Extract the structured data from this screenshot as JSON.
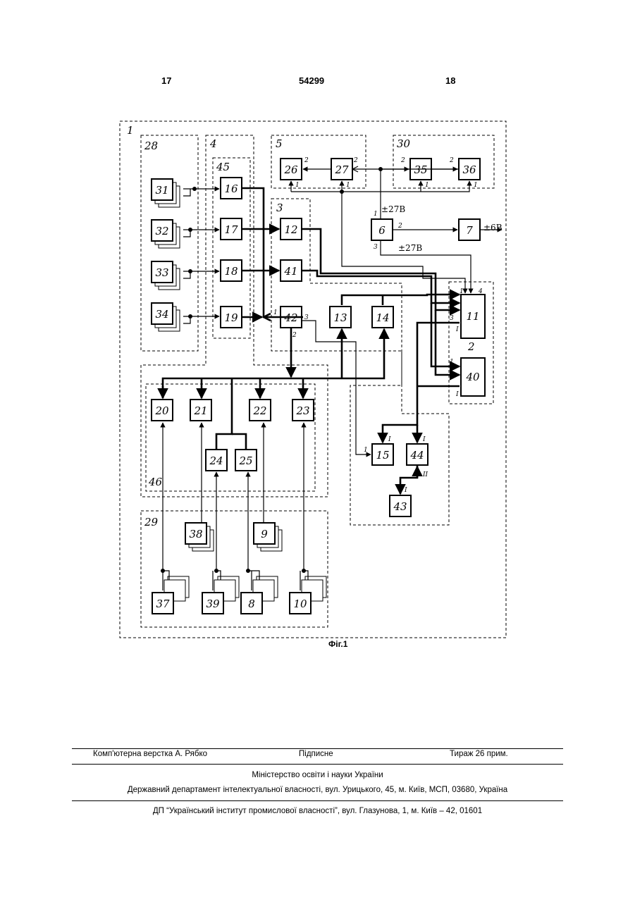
{
  "header": {
    "page_left": "17",
    "patent_number": "54299",
    "page_right": "18"
  },
  "figure": {
    "caption": "Фіг.1",
    "block_labels": [
      "1",
      "2",
      "3",
      "4",
      "5",
      "28",
      "29",
      "30",
      "45",
      "46"
    ],
    "box_numbers": [
      "6",
      "7",
      "8",
      "9",
      "10",
      "11",
      "12",
      "13",
      "14",
      "15",
      "16",
      "17",
      "18",
      "19",
      "20",
      "21",
      "22",
      "23",
      "24",
      "25",
      "26",
      "27",
      "31",
      "32",
      "33",
      "34",
      "35",
      "36",
      "37",
      "38",
      "39",
      "40",
      "41",
      "42",
      "43",
      "44"
    ],
    "voltages": {
      "v27a": "±27В",
      "v27b": "±27В",
      "v6": "±6В"
    },
    "port_numbers": [
      "1",
      "2",
      "3",
      "4"
    ],
    "roman_marks": [
      "I",
      "II"
    ]
  },
  "footer": {
    "layout": "Комп'ютерна верстка А. Рябко",
    "signed": "Підписне",
    "circulation": "Тираж 26 прим.",
    "ministry": "Міністерство освіти і науки України",
    "department": "Державний департамент інтелектуальної власності, вул. Урицького, 45, м. Київ, МСП, 03680, Україна",
    "institute": "ДП “Український інститут промислової власності”, вул. Глазунова, 1, м. Київ – 42, 01601"
  }
}
